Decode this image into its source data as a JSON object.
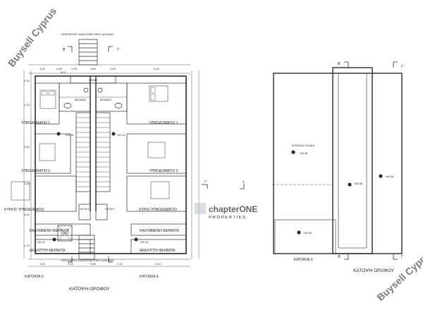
{
  "plan_left": {
    "top_note": "ΟΡΙΖΟΝΤΙΕΣ ΔΙΑΚΟΣΜΗΤΙΚΕΣ ΔΟΚΙΔΕΣ",
    "bottom_note": "ΟΡΙΖΟΝΤΙΕΣ ΔΙΑΚΟΣΜΗΤΙΚΕΣ ΔΟΚΙΔΕΣ",
    "section_b": "Β'",
    "section_g": "Γ'",
    "section_a": "Α'",
    "void_top": "ΚΕΝΟ",
    "void_bottom": "ΚΕΝΟ",
    "wc": "W.C",
    "bath_left": "ΜΠΑΝΙΟ",
    "bath_right": "ΜΠΑΝΙΟ",
    "bedroom1_left": "ΥΠΝΟΔΩΜΑΤΙΟ 1",
    "bedroom1_right": "ΥΠΝΟΔΩΜΑΤΙΟ 1",
    "bedroom2_left": "ΥΠΝΟΔΩΜΑΤΙΟ 2",
    "bedroom2_right": "ΥΠΝΟΔΩΜΑΤΙΟ 2",
    "master_left": "ΚΥΡΙΟΣ ΥΠΝΟΔΩΜΑΤΙΟ",
    "master_right": "ΚΥΡΙΟ ΥΠΝΟΔΩΜΑΤΙΟ",
    "wardrobe_left": "ΝΤΟΥΖ",
    "wardrobe_right": "ΝΤΟΥΖ",
    "covered_left": "ΚΑΛΥΜΜΕΝΗ ΒΕΡΑΝΤΑ",
    "covered_right": "ΚΑΛΥΜΜΕΝΗ ΒΕΡΑΝΤΑ",
    "open_left": "ΑΚΑΛΥΠΤΗ ΒΕΡΑΝΤΑ",
    "open_right": "ΑΚΑΛΥΠΤΗ ΒΕΡΑΝΤΑ",
    "level_upper_left": "+92.15",
    "level_upper_right": "+92.15",
    "level_lower_left": "+92.10",
    "level_lower_right": "+92.10",
    "house_left": "ΚΑΤΟΙΚΙΑ 3",
    "house_right": "ΚΑΤΟΙΚΙΑ 4",
    "title": "ΚΑΤΟΨΗ ΟΡΟΦΟΥ"
  },
  "plan_right": {
    "section_b_top": "Β'",
    "section_g_top": "Γ'",
    "section_a": "Α",
    "section_b_bottom": "Β",
    "section_g_bottom": "Γ",
    "flat_slab": "ΕΠΙΠΕΔΗ ΠΛΑΚΑ",
    "level_slab": "+95.35",
    "level_mid": "+95.35",
    "level_right": "+95.35",
    "level_bottom": "+95.35",
    "house": "ΚΑΤΟΙΚΙΑ 3",
    "title": "ΚΑΤΟΨΗ ΟΡΟΦΟΥ"
  },
  "dimensions": {
    "top": [
      "4.20",
      "0.25",
      "2.25",
      "0.50",
      "2.25",
      "4.20"
    ],
    "bottom": [
      "3.10",
      "3.10",
      "0.50",
      "3.10",
      "3.10"
    ],
    "left": [
      "2.02",
      "1.10",
      "3.90",
      "4.20",
      "3.40",
      "1.70"
    ]
  },
  "watermarks": {
    "corner_top": "Buysell Cyprus",
    "corner_bottom": "Buysell Cyprus",
    "brand": "chapterONE",
    "brand_sub": "PROPERTIES"
  },
  "colors": {
    "line": "#2a2a2a",
    "fill_wall": "#3a3a3a",
    "watermark_blue": "#3a78b5",
    "watermark_grey": "#b9c3cc"
  }
}
